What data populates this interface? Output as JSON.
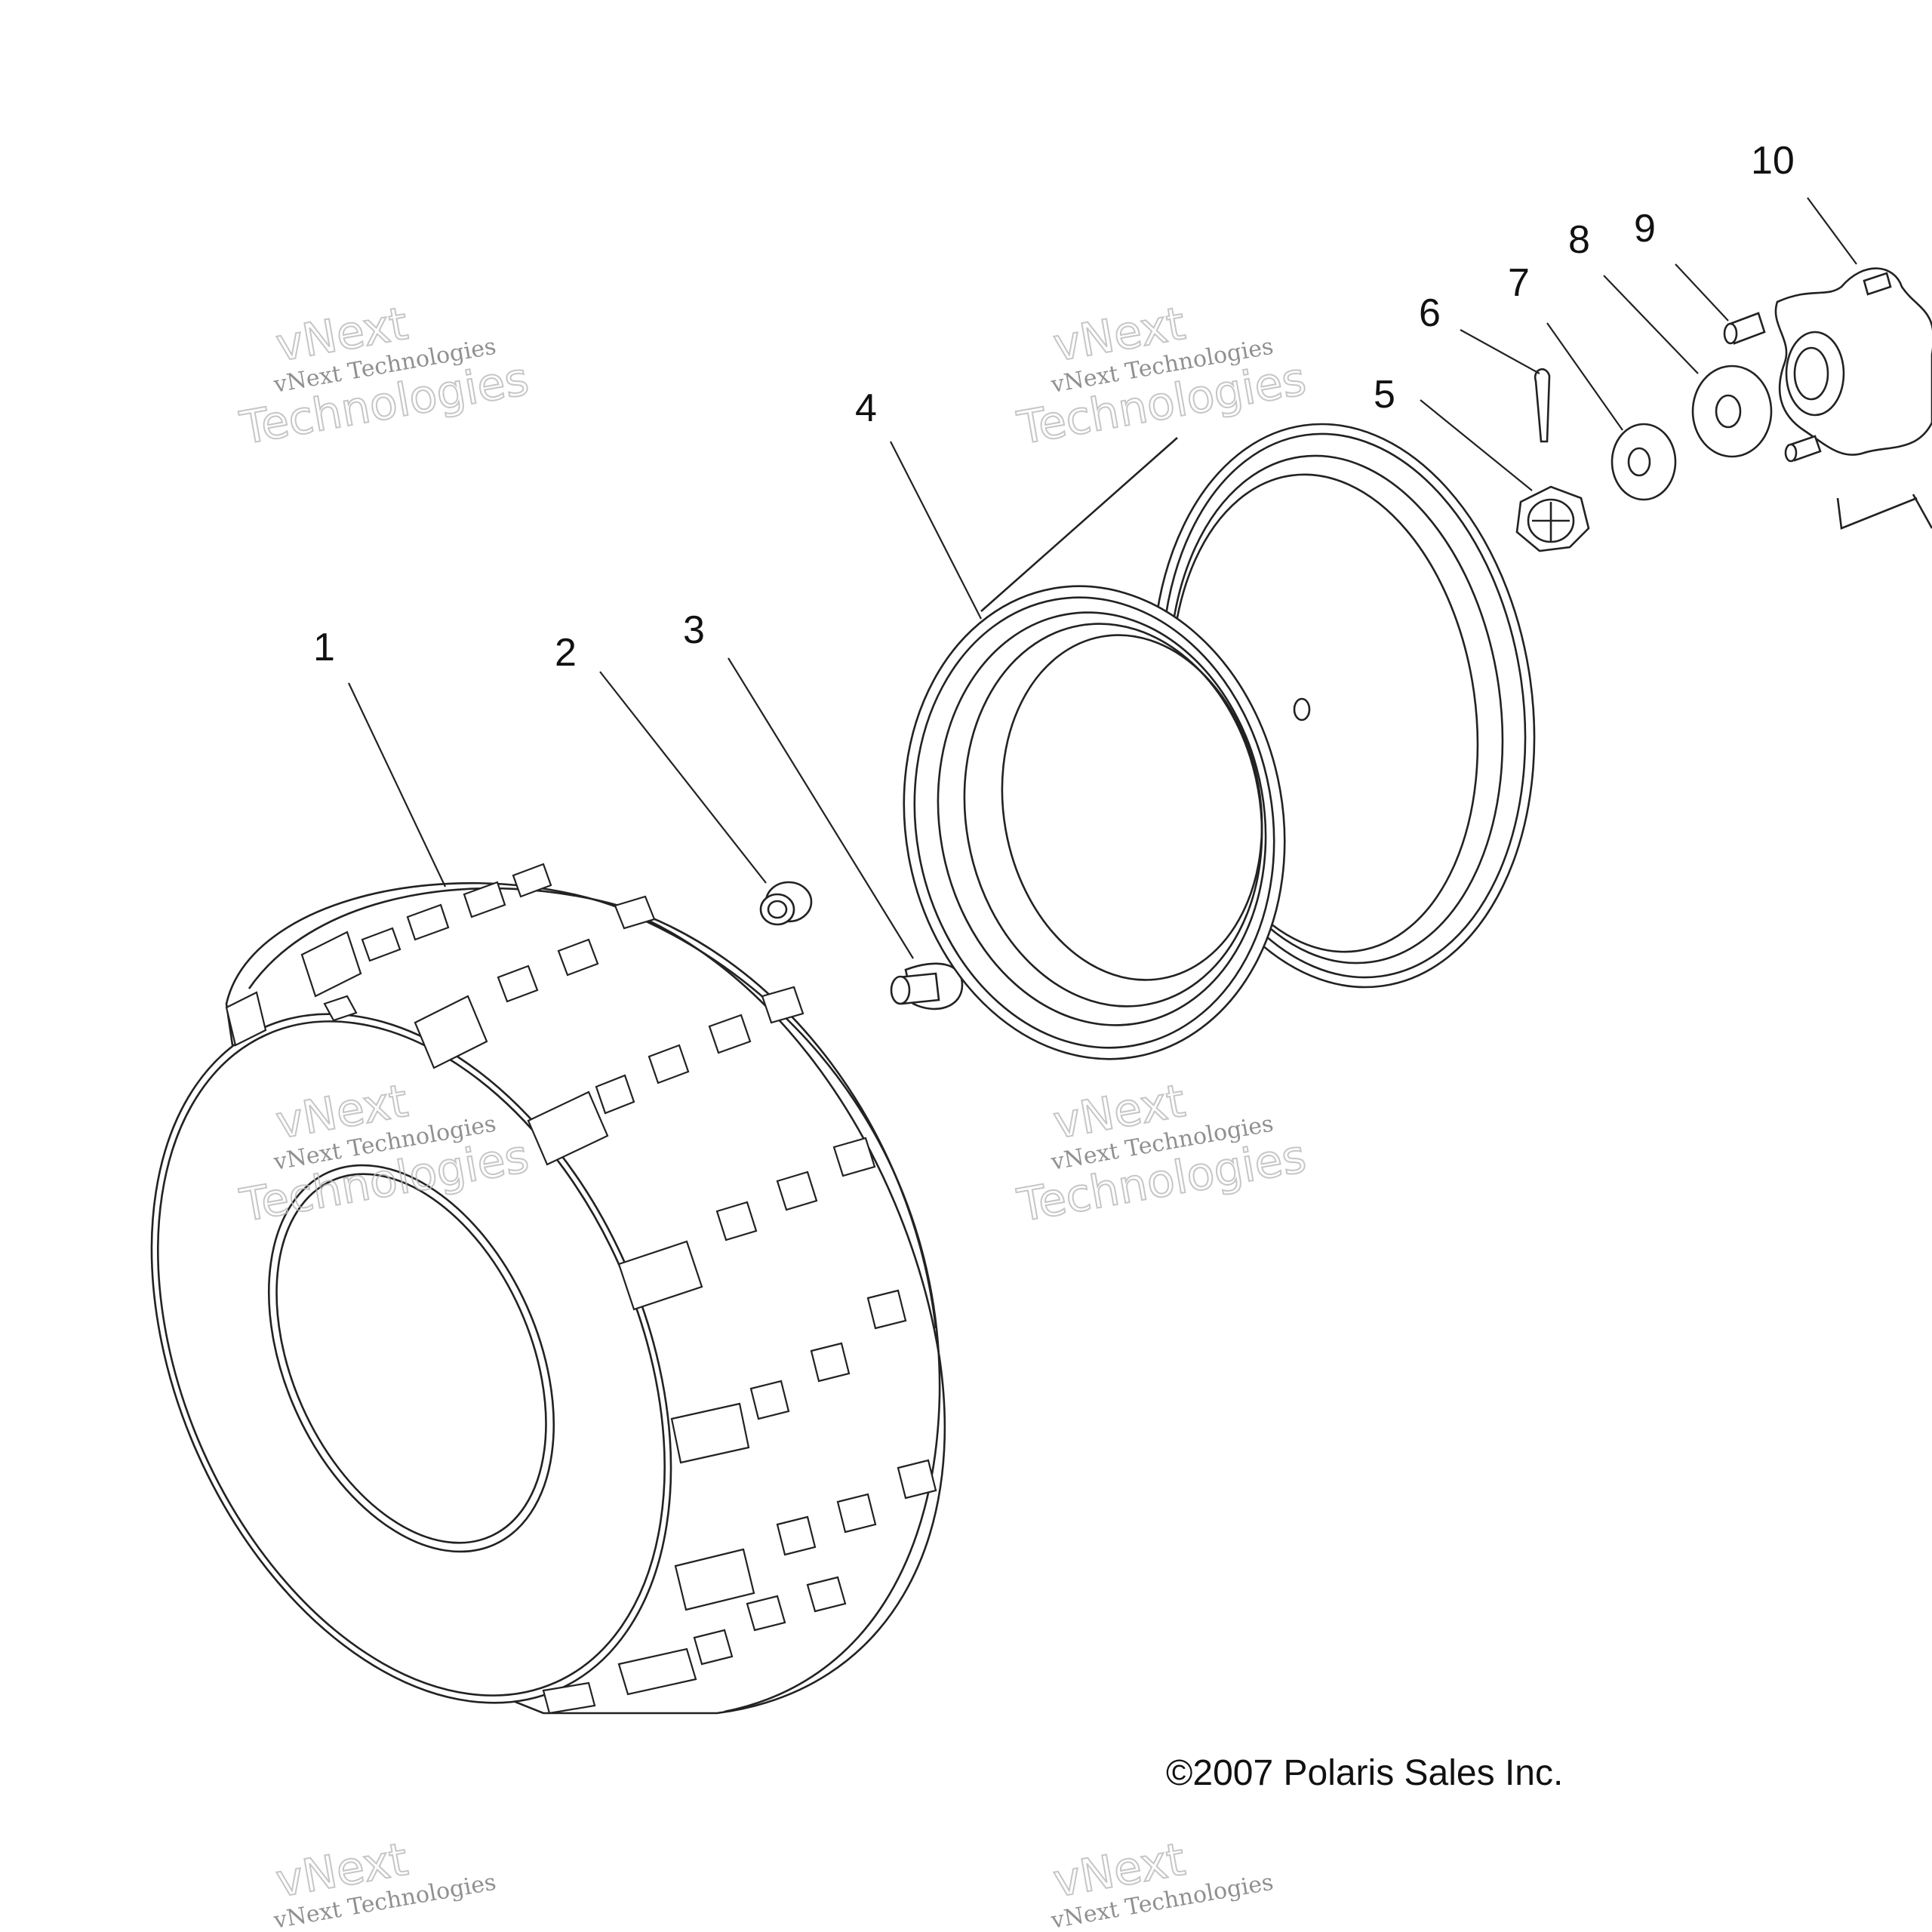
{
  "parts": [
    {
      "number": "1",
      "name": "tire"
    },
    {
      "number": "2",
      "name": "nut"
    },
    {
      "number": "3",
      "name": "valve-stem"
    },
    {
      "number": "4",
      "name": "wheel-rim"
    },
    {
      "number": "5",
      "name": "castle-nut"
    },
    {
      "number": "6",
      "name": "cotter-pin"
    },
    {
      "number": "7",
      "name": "washer"
    },
    {
      "number": "8",
      "name": "washer"
    },
    {
      "number": "9",
      "name": "wheel-stud"
    },
    {
      "number": "10",
      "name": "wheel-hub"
    }
  ],
  "watermark": {
    "line1": "vNext Technologies",
    "big_top": "vNext",
    "big_bottom": "Technologies"
  },
  "copyright": "©2007 Polaris Sales Inc."
}
